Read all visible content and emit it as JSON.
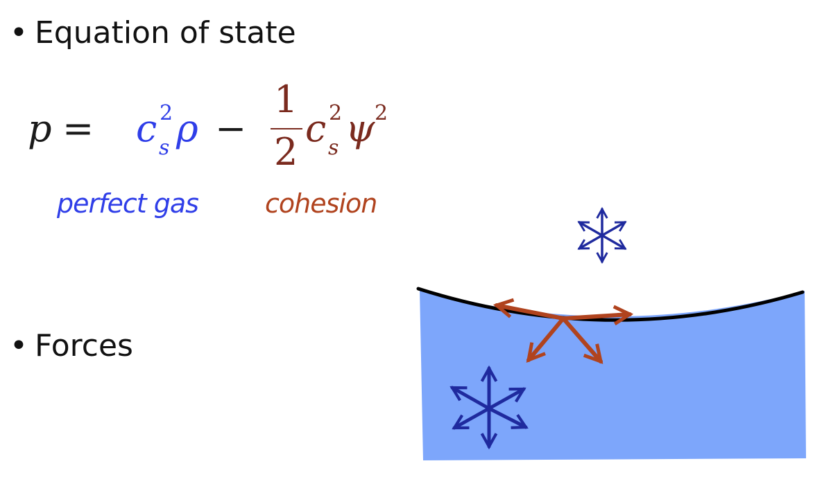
{
  "colors": {
    "gas": "#2f3ee8",
    "cohesion": "#b0431e",
    "fraction": "#7a2a1e",
    "liquid": "#7da6fb",
    "interface": "#000000",
    "star": "#1f2a9e"
  },
  "bullets": {
    "symbol": "•",
    "eos": "Equation of state",
    "forces": "Forces"
  },
  "equation": {
    "p": "p",
    "equals": "=",
    "c": "c",
    "s": "s",
    "two": "2",
    "rho": "ρ",
    "minus": "−",
    "num": "1",
    "den": "2",
    "psi": "ψ"
  },
  "labels": {
    "perfect_gas": "perfect gas",
    "cohesion": "cohesion"
  }
}
